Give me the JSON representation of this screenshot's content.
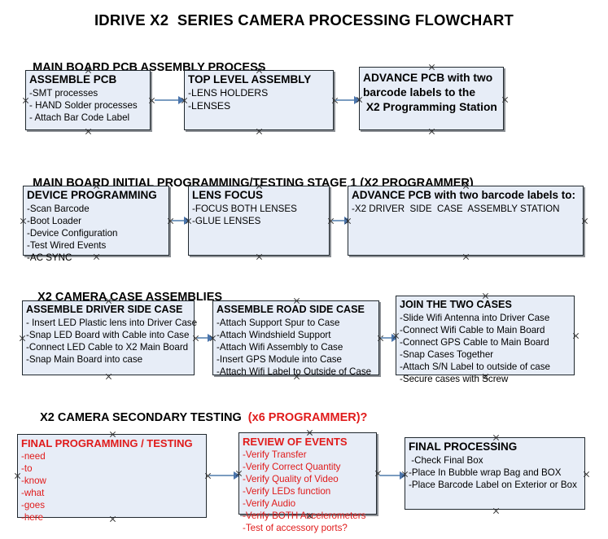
{
  "document": {
    "title": "IDRIVE X2  SERIES CAMERA PROCESSING FLOWCHART"
  },
  "colors": {
    "box_fill": "#e7edf7",
    "box_border": "#20282e",
    "box_shadow": "#8b8f94",
    "connector": "#7a9cc0",
    "arrow_head": "#4a74ab",
    "text_black": "#000000",
    "text_red": "#e01b1b"
  },
  "sections": [
    {
      "id": "main-board-pcb-assembly-process",
      "heading": "MAIN BOARD PCB ASSEMBLY PROCESS",
      "heading_accent": "",
      "boxes": [
        {
          "id": "assemble-pcb",
          "title": "ASSEMBLE PCB",
          "lines": [
            "-SMT processes",
            "- HAND Solder processes",
            "- Attach Bar Code Label"
          ]
        },
        {
          "id": "top-level-assembly",
          "title": "TOP LEVEL ASSEMBLY",
          "lines": [
            "-LENS HOLDERS",
            "-LENSES"
          ]
        },
        {
          "id": "advance-pcb-to-x2-programming-station",
          "title": "ADVANCE PCB with two",
          "lines": [
            "barcode labels to the",
            " X2 Programming Station"
          ]
        }
      ]
    },
    {
      "id": "main-board-initial-programming-testing-stage-1",
      "heading": "MAIN BOARD INITIAL PROGRAMMING/TESTING STAGE 1 (X2 PROGRAMMER)",
      "heading_accent": "",
      "boxes": [
        {
          "id": "device-programming",
          "title": "DEVICE PROGRAMMING",
          "lines": [
            "-Scan Barcode",
            "-Boot Loader",
            "-Device Configuration",
            "-Test Wired Events",
            "-AC SYNC"
          ]
        },
        {
          "id": "lens-focus",
          "title": "LENS FOCUS",
          "lines": [
            "-FOCUS BOTH LENSES",
            "-GLUE LENSES"
          ]
        },
        {
          "id": "advance-pcb-to-driver-side-case-assembly",
          "title": "ADVANCE PCB with two barcode labels to:",
          "lines": [
            "-X2 DRIVER  SIDE  CASE  ASSEMBLY STATION"
          ]
        }
      ]
    },
    {
      "id": "x2-camera-case-assemblies",
      "heading": "X2 CAMERA CASE ASSEMBLIES",
      "heading_accent": "",
      "boxes": [
        {
          "id": "assemble-driver-side-case",
          "title": "ASSEMBLE DRIVER SIDE CASE",
          "lines": [
            "- Insert LED Plastic lens into Driver Case",
            "-Snap LED Board with Cable into Case",
            "-Connect LED Cable to X2 Main Board",
            "-Snap Main Board into case"
          ]
        },
        {
          "id": "assemble-road-side-case",
          "title": "ASSEMBLE ROAD SIDE CASE",
          "lines": [
            "-Attach Support Spur to Case",
            "-Attach Windshield Support",
            "-Attach Wifi Assembly to Case",
            "-Insert GPS Module into Case",
            "-Attach Wifi Label to Outside of Case"
          ]
        },
        {
          "id": "join-the-two-cases",
          "title": "JOIN THE TWO CASES",
          "lines": [
            "-Slide Wifi Antenna into Driver Case",
            "-Connect Wifi Cable to Main Board",
            "-Connect GPS Cable to Main Board",
            "-Snap Cases Together",
            "-Attach S/N Label to outside of case",
            "-Secure cases with Screw"
          ]
        }
      ]
    },
    {
      "id": "x2-camera-secondary-testing",
      "heading": "X2 CAMERA SECONDARY TESTING  ",
      "heading_accent": "(x6 PROGRAMMER)?",
      "boxes": [
        {
          "id": "final-programming-testing",
          "title": "FINAL PROGRAMMING / TESTING",
          "lines": [
            "-need",
            "-to",
            "-know",
            "-what",
            "-goes",
            "-here"
          ]
        },
        {
          "id": "review-of-events",
          "title": "REVIEW OF EVENTS",
          "lines": [
            "-Verify Transfer",
            "-Verify Correct Quantity",
            "-Verify Quality of Video",
            "-Verify LEDs function",
            "-Verify Audio",
            "-Verify BOTH Accelerometers",
            "-Test of accessory ports?"
          ]
        },
        {
          "id": "final-processing",
          "title": "FINAL PROCESSING",
          "lines": [
            " -Check Final Box",
            "-Place In Bubble wrap Bag and BOX",
            "-Place Barcode Label on Exterior or Box"
          ]
        }
      ]
    }
  ]
}
